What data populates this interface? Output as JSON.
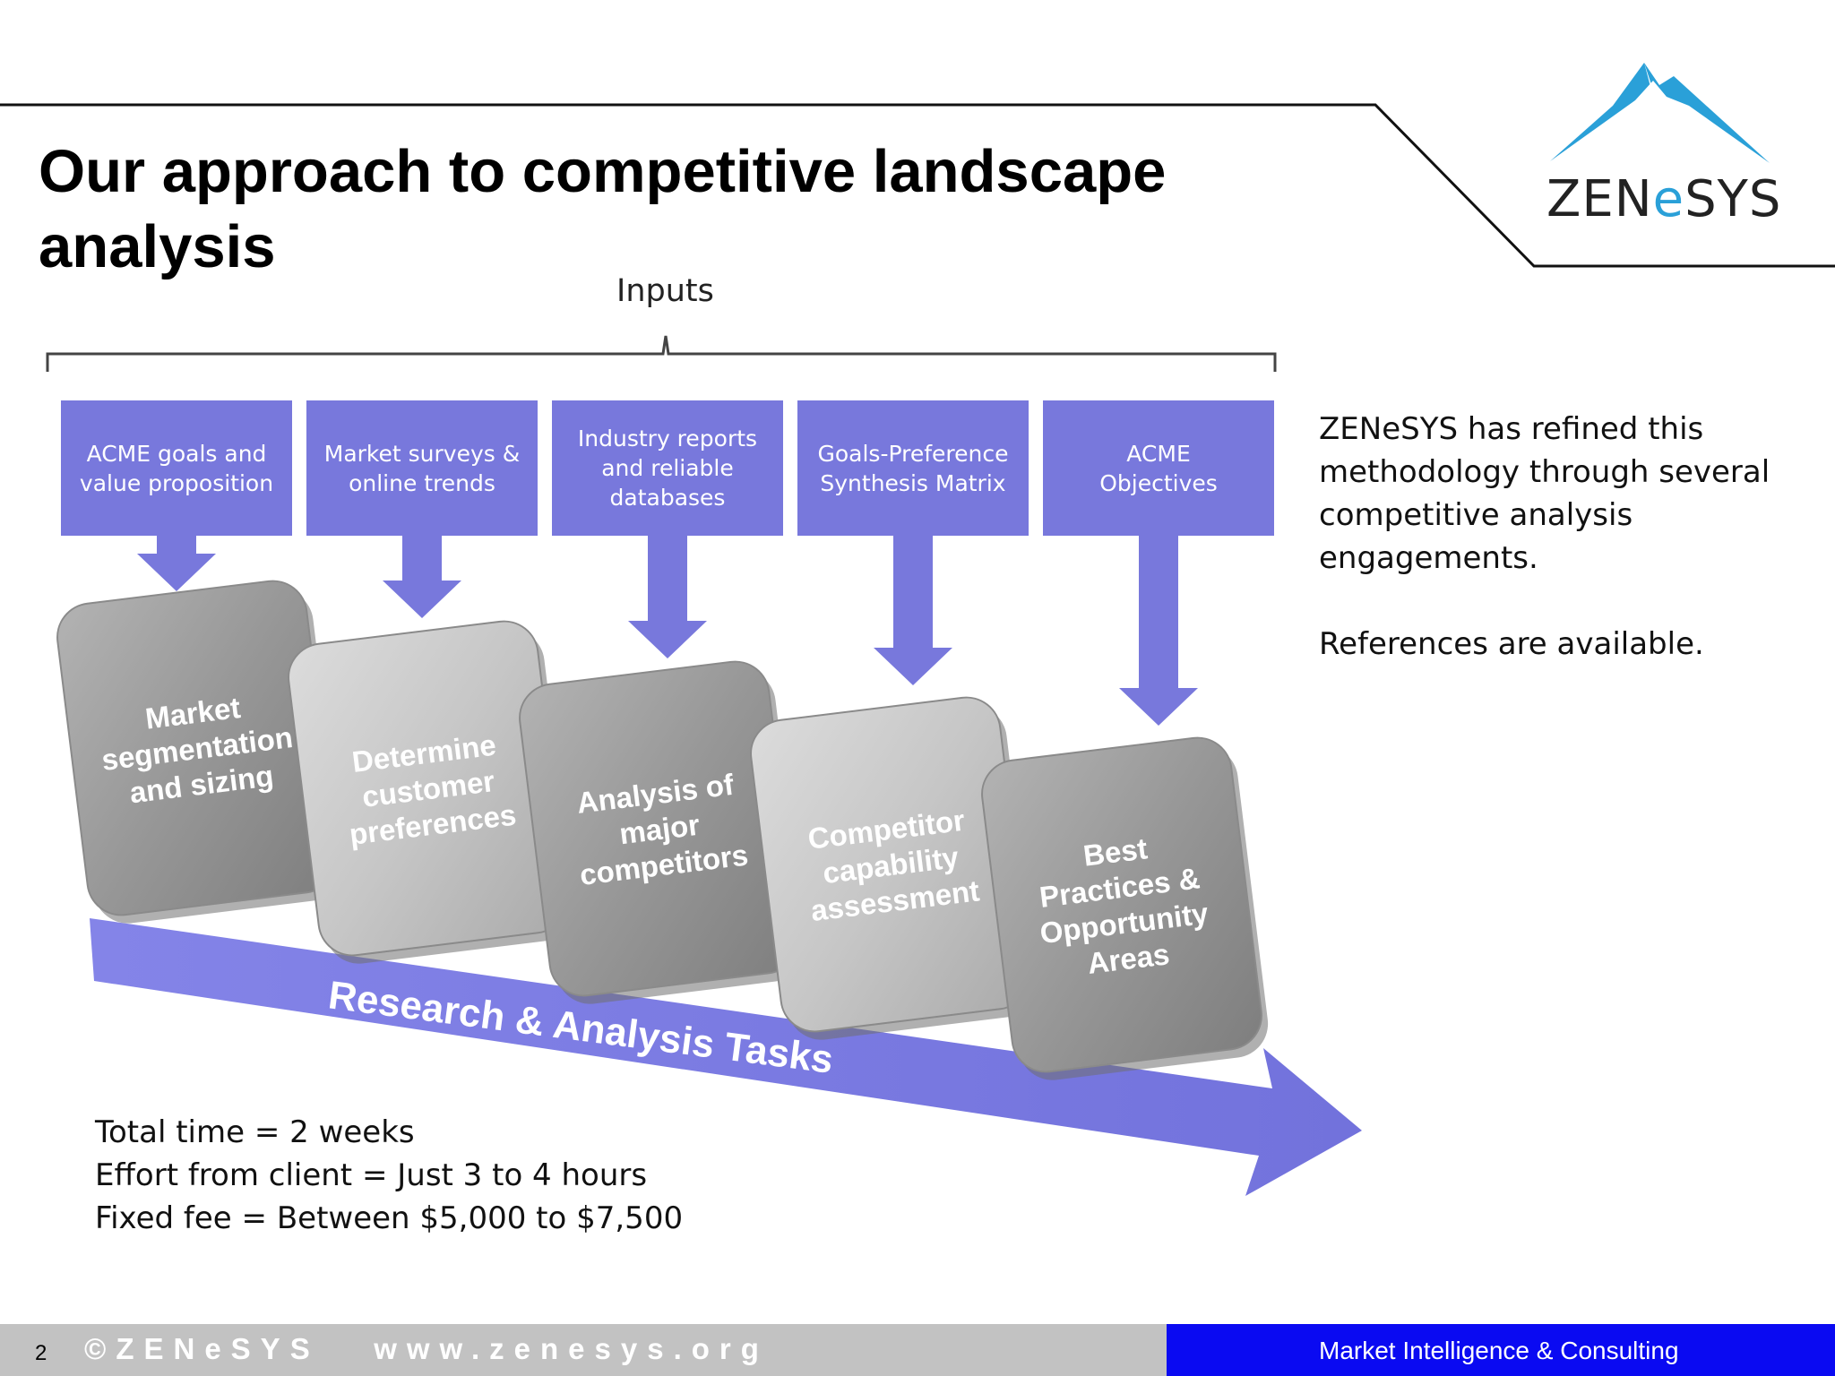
{
  "slide": {
    "title": "Our approach to competitive landscape analysis",
    "logo": {
      "text_left": "ZEN",
      "text_accent": "e",
      "text_right": "SYS",
      "accent_color": "#2aa0d8"
    },
    "inputs_label": "Inputs",
    "inputs": [
      "ACME goals and\nvalue proposition",
      "Market surveys &\nonline trends",
      "Industry reports\nand reliable\ndatabases",
      "Goals-Preference\nSynthesis Matrix",
      "ACME\nObjectives"
    ],
    "tasks": [
      {
        "lines": [
          "Market",
          "segmentation",
          "and sizing"
        ],
        "tone": "dark"
      },
      {
        "lines": [
          "Determine",
          "customer",
          "preferences"
        ],
        "tone": "light"
      },
      {
        "lines": [
          "Analysis of",
          "major",
          "competitors"
        ],
        "tone": "dark"
      },
      {
        "lines": [
          "Competitor",
          "capability",
          "assessment"
        ],
        "tone": "light"
      },
      {
        "lines": [
          "Best",
          "Practices &",
          "Opportunity",
          "Areas"
        ],
        "tone": "dark"
      }
    ],
    "arrow_label": "Research & Analysis Tasks",
    "side_text": {
      "paragraph1": "ZENeSYS has  refined this methodology through several competitive analysis engagements.",
      "paragraph2": "References are available."
    },
    "summary": {
      "line1": "Total time = 2 weeks",
      "line2": "Effort from client = Just 3 to 4 hours",
      "line3": "Fixed fee = Between $5,000 to $7,500"
    },
    "colors": {
      "input_box": "#7878dc",
      "dark_tile": "#9a9a9a",
      "light_tile": "#c4c4c4",
      "footer_blue": "#0a0af2"
    }
  },
  "footer": {
    "page_number": "2",
    "copyright": "©ZENeSYS   www.zenesys.org",
    "tagline": "Market Intelligence & Consulting"
  }
}
